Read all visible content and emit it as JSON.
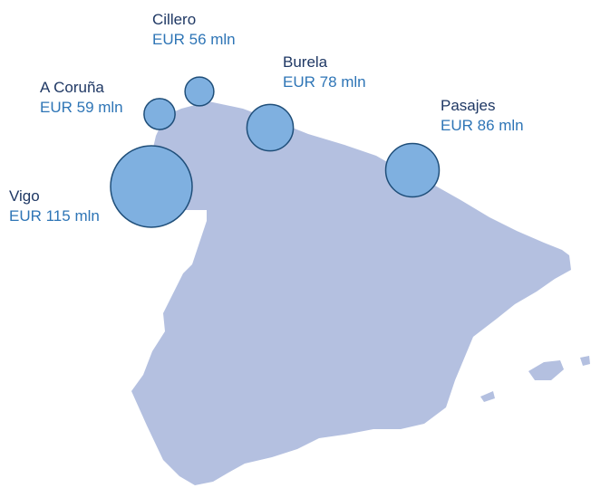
{
  "map": {
    "land_color": "#b4c0e0",
    "bubble_fill": "#7fb0e0",
    "bubble_stroke": "#1f4e79",
    "name_color": "#1f3864",
    "value_color": "#2e75b6"
  },
  "ports": [
    {
      "name": "Cillero",
      "value_label": "EUR 56 mln",
      "value": 56
    },
    {
      "name": "A Coruña",
      "value_label": "EUR 59 mln",
      "value": 59
    },
    {
      "name": "Burela",
      "value_label": "EUR 78 mln",
      "value": 78
    },
    {
      "name": "Pasajes",
      "value_label": "EUR 86 mln",
      "value": 86
    },
    {
      "name": "Vigo",
      "value_label": "EUR 115 mln",
      "value": 115
    }
  ]
}
